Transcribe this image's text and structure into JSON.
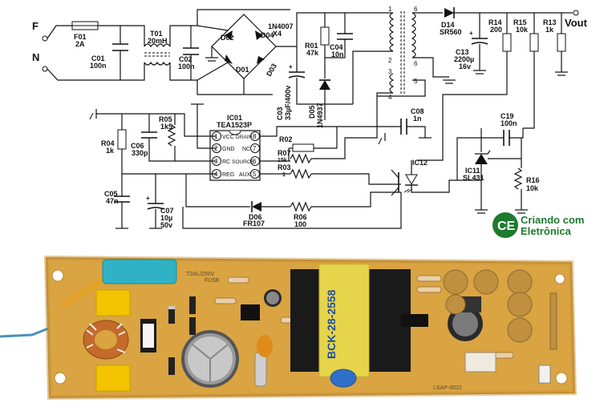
{
  "schematic": {
    "input": {
      "live": "F",
      "neutral": "N"
    },
    "fuse": {
      "ref": "F01",
      "value": "2A"
    },
    "c01": {
      "ref": "C01",
      "value": "100n"
    },
    "choke": {
      "ref": "T01",
      "value": "20mH"
    },
    "c02": {
      "ref": "C02",
      "value": "100n"
    },
    "bridge": {
      "d02": "D02",
      "d04": "D04",
      "d01": "D01",
      "d03": "D03",
      "part": "1N4007",
      "qty": "X4"
    },
    "r01": {
      "ref": "R01",
      "value": "47k"
    },
    "c04": {
      "ref": "C04",
      "value": "10n"
    },
    "c03": {
      "ref": "C03",
      "value": "33µF/400v"
    },
    "d05": {
      "ref": "D05",
      "value": "1N4937"
    },
    "transformer": {
      "pin1": "1",
      "pin2": "2",
      "pin3": "3",
      "pin4": "4",
      "pin5": "5",
      "pin6a": "6",
      "pin6b": "6"
    },
    "d14": {
      "ref": "D14",
      "value": "SR560"
    },
    "c13": {
      "ref": "C13",
      "value": "2200µ",
      "voltage": "16v"
    },
    "r14": {
      "ref": "R14",
      "value": "200"
    },
    "r15": {
      "ref": "R15",
      "value": "10k"
    },
    "r13": {
      "ref": "R13",
      "value": "1k"
    },
    "vout": "Vout",
    "ic01": {
      "ref": "IC01",
      "part": "TEA1523P",
      "pins": [
        {
          "num": "1",
          "name": "VCC"
        },
        {
          "num": "2",
          "name": "GND"
        },
        {
          "num": "3",
          "name": "RC"
        },
        {
          "num": "4",
          "name": "REG"
        },
        {
          "num": "8",
          "name": "DRAIN"
        },
        {
          "num": "7",
          "name": "NC"
        },
        {
          "num": "6",
          "name": "SOURCE"
        },
        {
          "num": "5",
          "name": "AUX"
        }
      ]
    },
    "r05": {
      "ref": "R05",
      "value": "1k5"
    },
    "c06": {
      "ref": "C06",
      "value": "330p"
    },
    "r04": {
      "ref": "R04",
      "value": "1k"
    },
    "c05": {
      "ref": "C05",
      "value": "47n"
    },
    "c07": {
      "ref": "C07",
      "value": "10µ",
      "voltage": "50v"
    },
    "r02": {
      "ref": "R02",
      "value": ""
    },
    "r07": {
      "ref": "R07",
      "value": "15k"
    },
    "r03": {
      "ref": "R03",
      "value": "1"
    },
    "c08": {
      "ref": "C08",
      "value": "1n"
    },
    "ic12": {
      "ref": "IC12"
    },
    "c19": {
      "ref": "C19",
      "value": "100n"
    },
    "ic11": {
      "ref": "IC11",
      "value": "SL431"
    },
    "r16": {
      "ref": "R16",
      "value": "10k"
    },
    "d06": {
      "ref": "D06",
      "value": "FR107"
    },
    "r06": {
      "ref": "R06",
      "value": "100"
    }
  },
  "logo": {
    "mark": "CE",
    "line1": "Criando com",
    "line2": "Eletrônica"
  },
  "board": {
    "transformer_marking": "BCK-28-2558",
    "silkscreen_top": "T2AL/250V",
    "silkscreen_fuse": "FUSE",
    "silkscreen_model": "LSAP-0022"
  },
  "colors": {
    "logo_green": "#1d7a2e",
    "pcb": "#d9a441",
    "pcb_dark": "#b8842c",
    "xcap": "#2fb3c4",
    "choke_yellow": "#f2c400",
    "transformer_blue": "#2f6fc7"
  }
}
